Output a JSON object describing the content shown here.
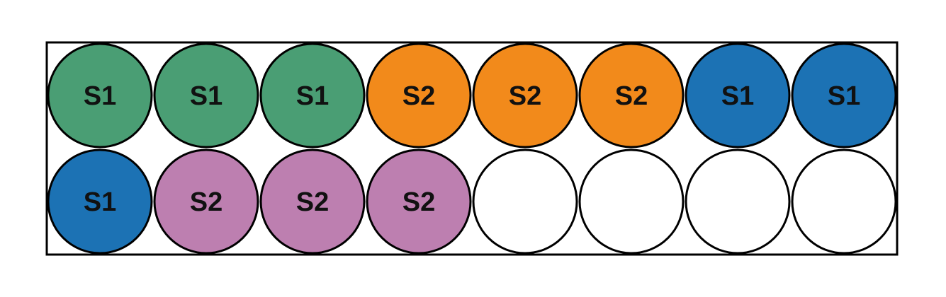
{
  "plate": {
    "rows": 2,
    "columns": 8
  },
  "group_colors": {
    "green": "#4a9e74",
    "orange": "#f28a1b",
    "blue": "#1c72b4",
    "purple": "#bd7fb0",
    "empty": "#ffffff"
  },
  "wells": [
    [
      {
        "label": "S1",
        "color": "green"
      },
      {
        "label": "S1",
        "color": "green"
      },
      {
        "label": "S1",
        "color": "green"
      },
      {
        "label": "S2",
        "color": "orange"
      },
      {
        "label": "S2",
        "color": "orange"
      },
      {
        "label": "S2",
        "color": "orange"
      },
      {
        "label": "S1",
        "color": "blue"
      },
      {
        "label": "S1",
        "color": "blue"
      }
    ],
    [
      {
        "label": "S1",
        "color": "blue"
      },
      {
        "label": "S2",
        "color": "purple"
      },
      {
        "label": "S2",
        "color": "purple"
      },
      {
        "label": "S2",
        "color": "purple"
      },
      {
        "label": "",
        "color": "empty"
      },
      {
        "label": "",
        "color": "empty"
      },
      {
        "label": "",
        "color": "empty"
      },
      {
        "label": "",
        "color": "empty"
      }
    ]
  ]
}
